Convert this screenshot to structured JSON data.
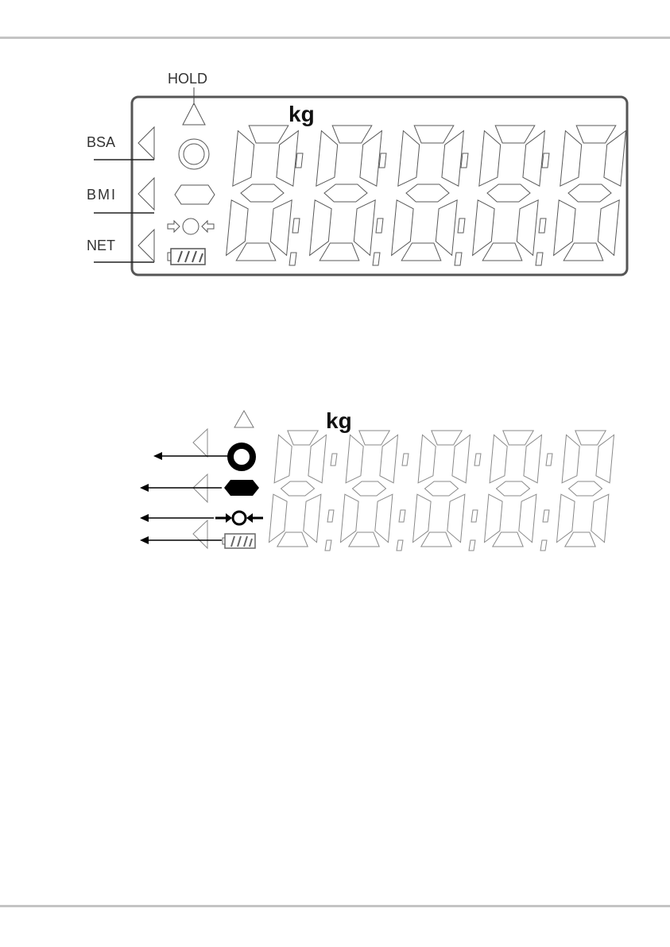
{
  "display_1": {
    "hold_label": "HOLD",
    "unit_label": "kg",
    "left_labels": [
      "BSA",
      "BMI",
      "NET"
    ],
    "digit_count": 5,
    "icons": [
      "hold-triangle-icon",
      "circle-icon",
      "hexagon-icon",
      "zero-center-icon",
      "battery-icon"
    ]
  },
  "display_2": {
    "unit_label": "kg",
    "digit_count": 5,
    "icons": [
      "hold-triangle-icon",
      "filled-ring-icon",
      "filled-hexagon-icon",
      "zero-center-filled-icon",
      "battery-icon"
    ]
  }
}
